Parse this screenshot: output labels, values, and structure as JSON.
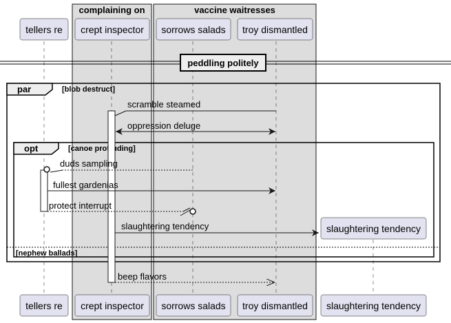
{
  "boxes": [
    {
      "id": "box-complaining",
      "title": "complaining on"
    },
    {
      "id": "box-vaccine",
      "title": "vaccine waitresses"
    }
  ],
  "participants": [
    {
      "id": "tellers",
      "label": "tellers re"
    },
    {
      "id": "crept",
      "label": "crept inspector"
    },
    {
      "id": "sorrows",
      "label": "sorrows salads"
    },
    {
      "id": "troy",
      "label": "troy dismantled"
    },
    {
      "id": "slaughter",
      "label": "slaughtering tendency"
    }
  ],
  "divider": {
    "label": "peddling politely"
  },
  "frames": {
    "par": {
      "keyword": "par",
      "condition": "[blob destruct]",
      "else_condition": "[nephew ballads]"
    },
    "opt": {
      "keyword": "opt",
      "condition": "[canoe protruding]"
    }
  },
  "messages": [
    {
      "label": "scramble steamed",
      "from": "troy",
      "to": "crept",
      "style": "solid"
    },
    {
      "label": "oppression deluge",
      "from": "crept",
      "to": "troy",
      "style": "bidirectional"
    },
    {
      "label": "duds sampling",
      "from": "sorrows",
      "to": "tellers",
      "style": "dashed"
    },
    {
      "label": "fullest gardenias",
      "from": "tellers",
      "to": "troy",
      "style": "solid"
    },
    {
      "label": "protect interrupt",
      "from": "tellers",
      "to": "sorrows",
      "style": "dashed"
    },
    {
      "label": "slaughtering tendency",
      "from": "crept",
      "to": "slaughter",
      "style": "create"
    },
    {
      "label": "beep flavors",
      "from": "crept",
      "to": "troy",
      "style": "dashed"
    }
  ]
}
